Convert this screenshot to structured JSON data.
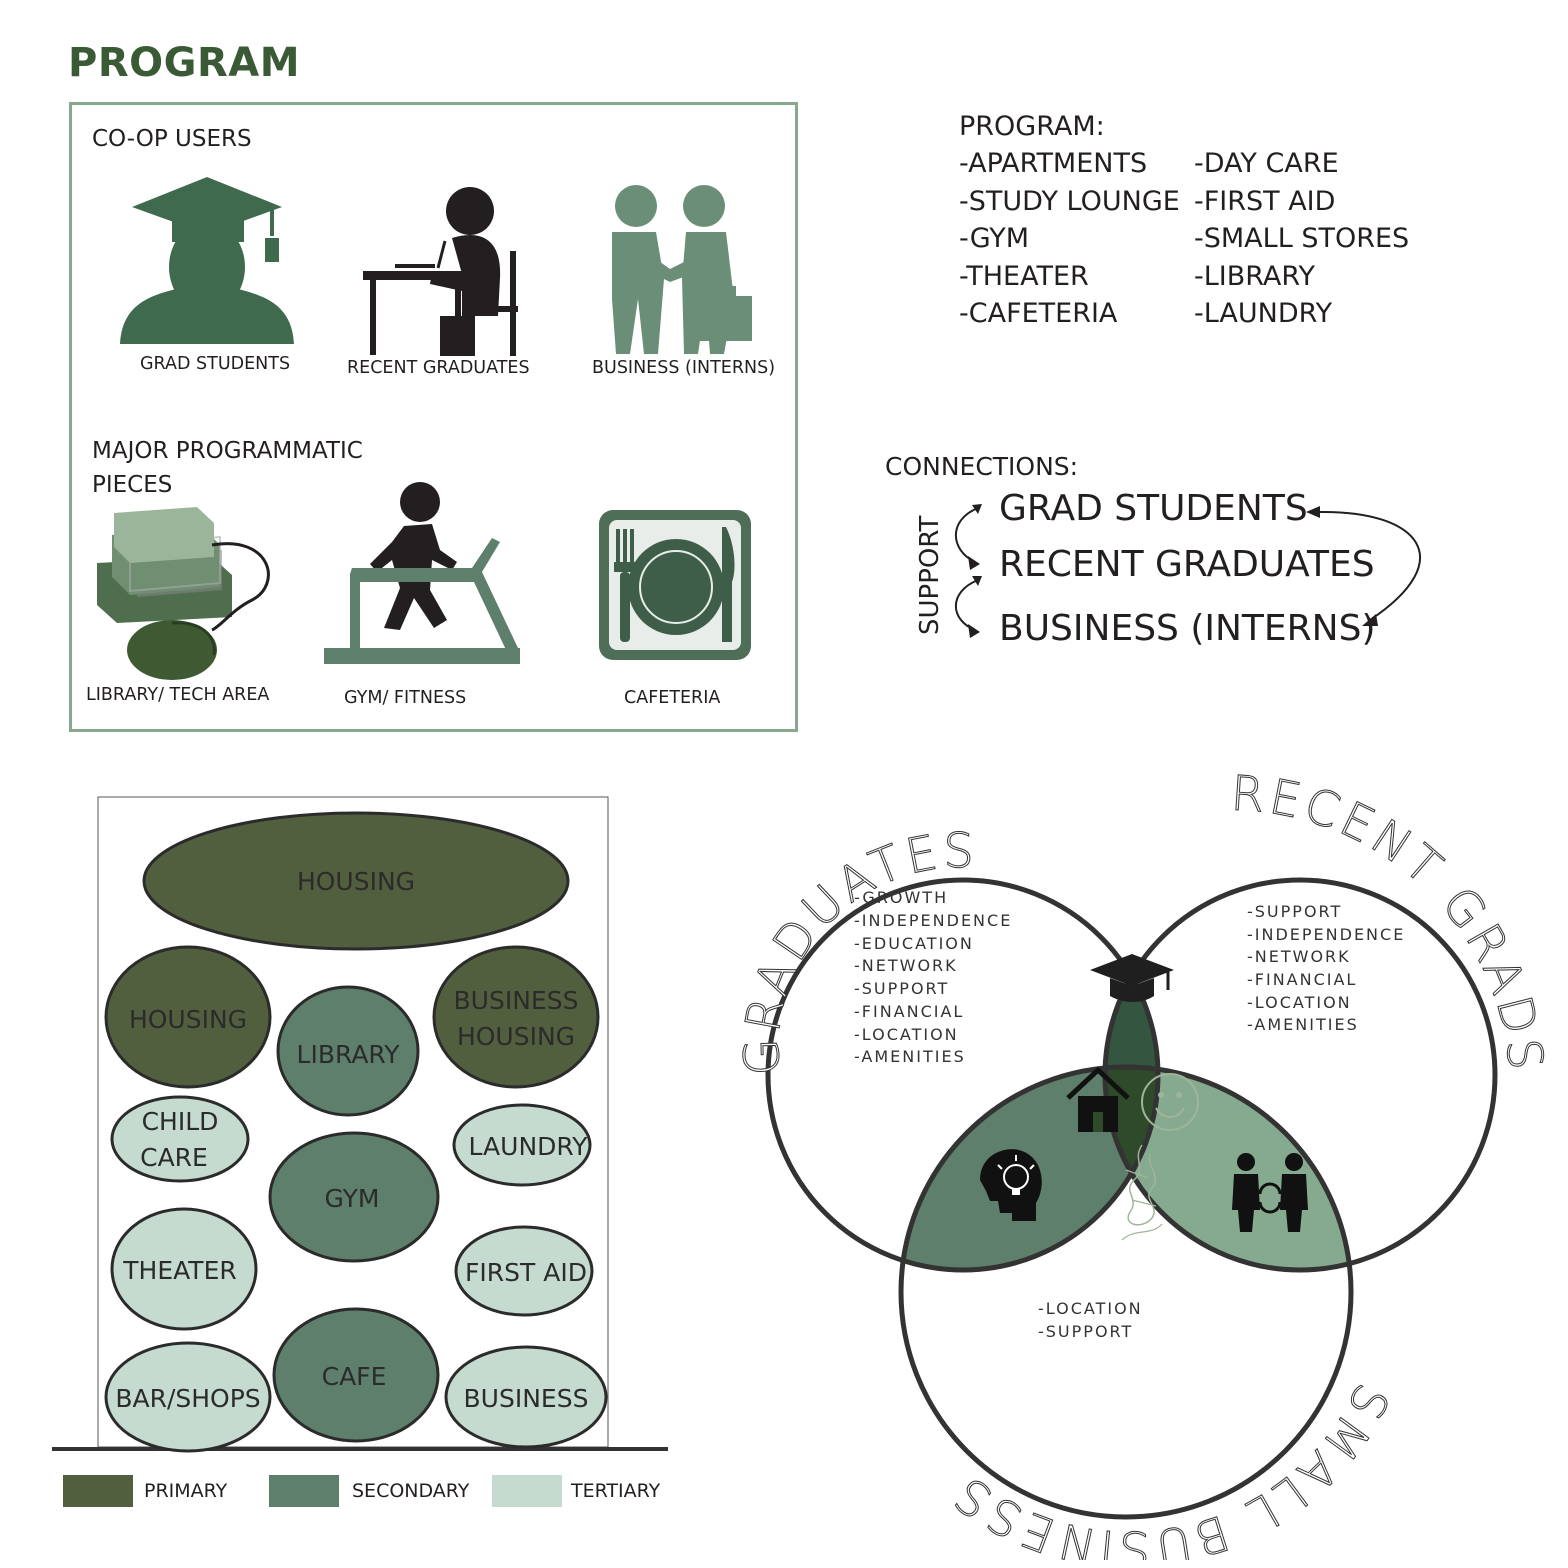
{
  "title": "PROGRAM",
  "users": {
    "heading": "CO-OP USERS",
    "items": [
      {
        "label": "GRAD STUDENTS",
        "icon": "graduate-icon"
      },
      {
        "label": "RECENT GRADUATES",
        "icon": "student-writing-icon"
      },
      {
        "label": "BUSINESS (INTERNS)",
        "icon": "handshake-icon"
      }
    ]
  },
  "pieces": {
    "heading_line1": "MAJOR PROGRAMMATIC",
    "heading_line2": "PIECES",
    "items": [
      {
        "label": "LIBRARY/ TECH AREA",
        "icon": "books-mouse-icon"
      },
      {
        "label": "GYM/ FITNESS",
        "icon": "treadmill-icon"
      },
      {
        "label": "CAFETERIA",
        "icon": "plate-cutlery-icon"
      }
    ]
  },
  "program_list": {
    "heading": "PROGRAM:",
    "col1": [
      "-APARTMENTS",
      "-STUDY LOUNGE",
      "-GYM",
      "-THEATER",
      "-CAFETERIA"
    ],
    "col2": [
      "-DAY CARE",
      "-FIRST AID",
      "-SMALL STORES",
      "-LIBRARY",
      "-LAUNDRY"
    ]
  },
  "connections": {
    "heading": "CONNECTIONS:",
    "side_label": "SUPPORT",
    "items": [
      "GRAD STUDENTS",
      "RECENT GRADUATES",
      "BUSINESS (INTERNS)"
    ]
  },
  "bubbles": {
    "items": {
      "housing_top": "HOUSING",
      "housing": "HOUSING",
      "business_housing_1": "BUSINESS",
      "business_housing_2": "HOUSING",
      "library": "LIBRARY",
      "child_care_1": "CHILD",
      "child_care_2": "CARE",
      "laundry": "LAUNDRY",
      "gym": "GYM",
      "theater": "THEATER",
      "first_aid": "FIRST AID",
      "cafe": "CAFE",
      "bar_shops": "BAR/SHOPS",
      "business": "BUSINESS"
    },
    "colors": {
      "primary": "#525f3e",
      "secondary": "#5f7f6d",
      "tertiary": "#c6dbd0"
    }
  },
  "legend": [
    {
      "label": "PRIMARY",
      "color": "#525f3e"
    },
    {
      "label": "SECONDARY",
      "color": "#5f7f6d"
    },
    {
      "label": "TERTIARY",
      "color": "#c6dbd0"
    }
  ],
  "venn": {
    "circles": [
      "GRADUATES",
      "RECENT GRADS",
      "SMALL BUSINESS"
    ],
    "graduates_list": [
      "-GROWTH",
      "-INDEPENDENCE",
      "-EDUCATION",
      "-NETWORK",
      "-SUPPORT",
      "-FINANCIAL",
      "-LOCATION",
      "-AMENITIES"
    ],
    "recent_list": [
      "-SUPPORT",
      "-INDEPENDENCE",
      "-NETWORK",
      "-FINANCIAL",
      "-LOCATION",
      "-AMENITIES"
    ],
    "business_list": [
      "-LOCATION",
      "-SUPPORT"
    ],
    "overlap_icons": [
      "grad-cap-icon",
      "house-icon",
      "smiley-icon",
      "figure-sketch-icon",
      "head-lightbulb-icon",
      "businessmen-exchange-icon"
    ],
    "colors": {
      "top_overlap": "#34553f",
      "center": "#2f4a2a",
      "left_overlap": "#5f7f6d",
      "right_overlap": "#86aa8f"
    }
  }
}
